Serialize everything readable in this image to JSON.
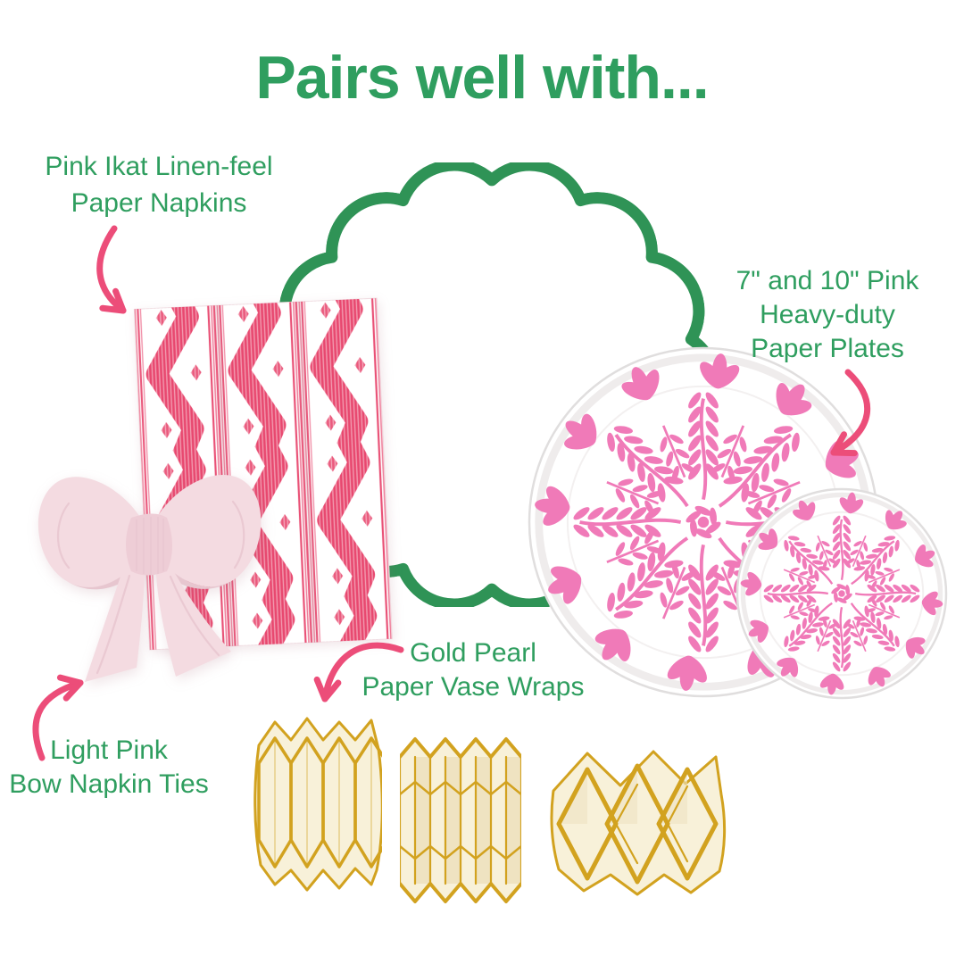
{
  "title": "Pairs well with...",
  "sections": {
    "napkins": {
      "label_lines": [
        "Pink Ikat Linen-feel",
        "Paper Napkins"
      ]
    },
    "plates": {
      "label_lines": [
        "7\" and 10\" Pink",
        "Heavy-duty",
        "Paper Plates"
      ]
    },
    "bows": {
      "label_lines": [
        "Light Pink",
        "Bow Napkin Ties"
      ]
    },
    "vases": {
      "label_lines": [
        "Gold Pearl",
        "Paper Vase Wraps"
      ]
    }
  },
  "colors": {
    "green": "#2f9e5f",
    "matGreen": "#2f9356",
    "leafGreen": "#31a05c",
    "flowerPink": "#f591bb",
    "flowerDeep": "#ee6ba3",
    "arrowPink": "#ec4d79",
    "ikatPink": "#e8486f",
    "platePink": "#f07ab8",
    "bowPink": "#f4dbe1",
    "bowShade": "#e7c6cf",
    "bowKnot": "#eecdd6",
    "gold": "#d2a21f",
    "cream": "#f8f1d9",
    "creamShade": "#efe3c1"
  }
}
